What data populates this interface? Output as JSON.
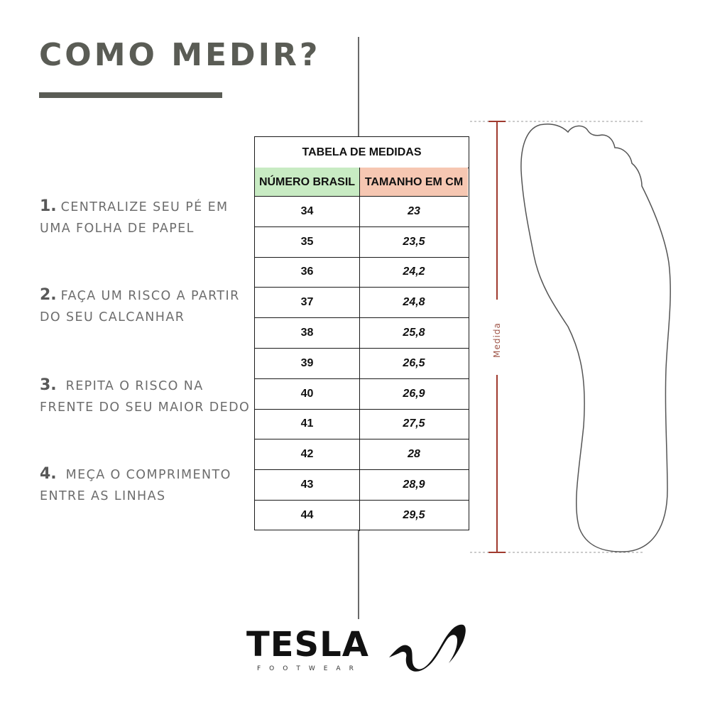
{
  "title": "COMO MEDIR?",
  "steps": [
    {
      "num": "1.",
      "line1": "CENTRALIZE SEU PÉ EM",
      "line2": "UMA FOLHA DE PAPEL"
    },
    {
      "num": "2.",
      "line1": "FAÇA UM RISCO A PARTIR",
      "line2": "DO SEU CALCANHAR"
    },
    {
      "num": "3.",
      "line1": "REPITA O RISCO NA",
      "line2": "FRENTE DO SEU MAIOR DEDO"
    },
    {
      "num": "4.",
      "line1": "MEÇA O COMPRIMENTO",
      "line2": "ENTRE AS LINHAS"
    }
  ],
  "table": {
    "title": "TABELA DE MEDIDAS",
    "headers": [
      "NÚMERO BRASIL",
      "TAMANHO EM CM"
    ],
    "rows": [
      {
        "size": "34",
        "cm": "23"
      },
      {
        "size": "35",
        "cm": "23,5"
      },
      {
        "size": "36",
        "cm": "24,2"
      },
      {
        "size": "37",
        "cm": "24,8"
      },
      {
        "size": "38",
        "cm": "25,8"
      },
      {
        "size": "39",
        "cm": "26,5"
      },
      {
        "size": "40",
        "cm": "26,9"
      },
      {
        "size": "41",
        "cm": "27,5"
      },
      {
        "size": "42",
        "cm": "28"
      },
      {
        "size": "43",
        "cm": "28,9"
      },
      {
        "size": "44",
        "cm": "29,5"
      }
    ]
  },
  "measure_label": "Medida",
  "brand": {
    "name": "TESLA",
    "sub": "FOOTWEAR"
  },
  "colors": {
    "title": "#5a5c55",
    "header_green": "#c8ebc3",
    "header_peach": "#f6c7b2",
    "measure_red": "#a03a2e"
  },
  "icons": [
    "foot-outline-icon",
    "brand-wave-icon"
  ]
}
